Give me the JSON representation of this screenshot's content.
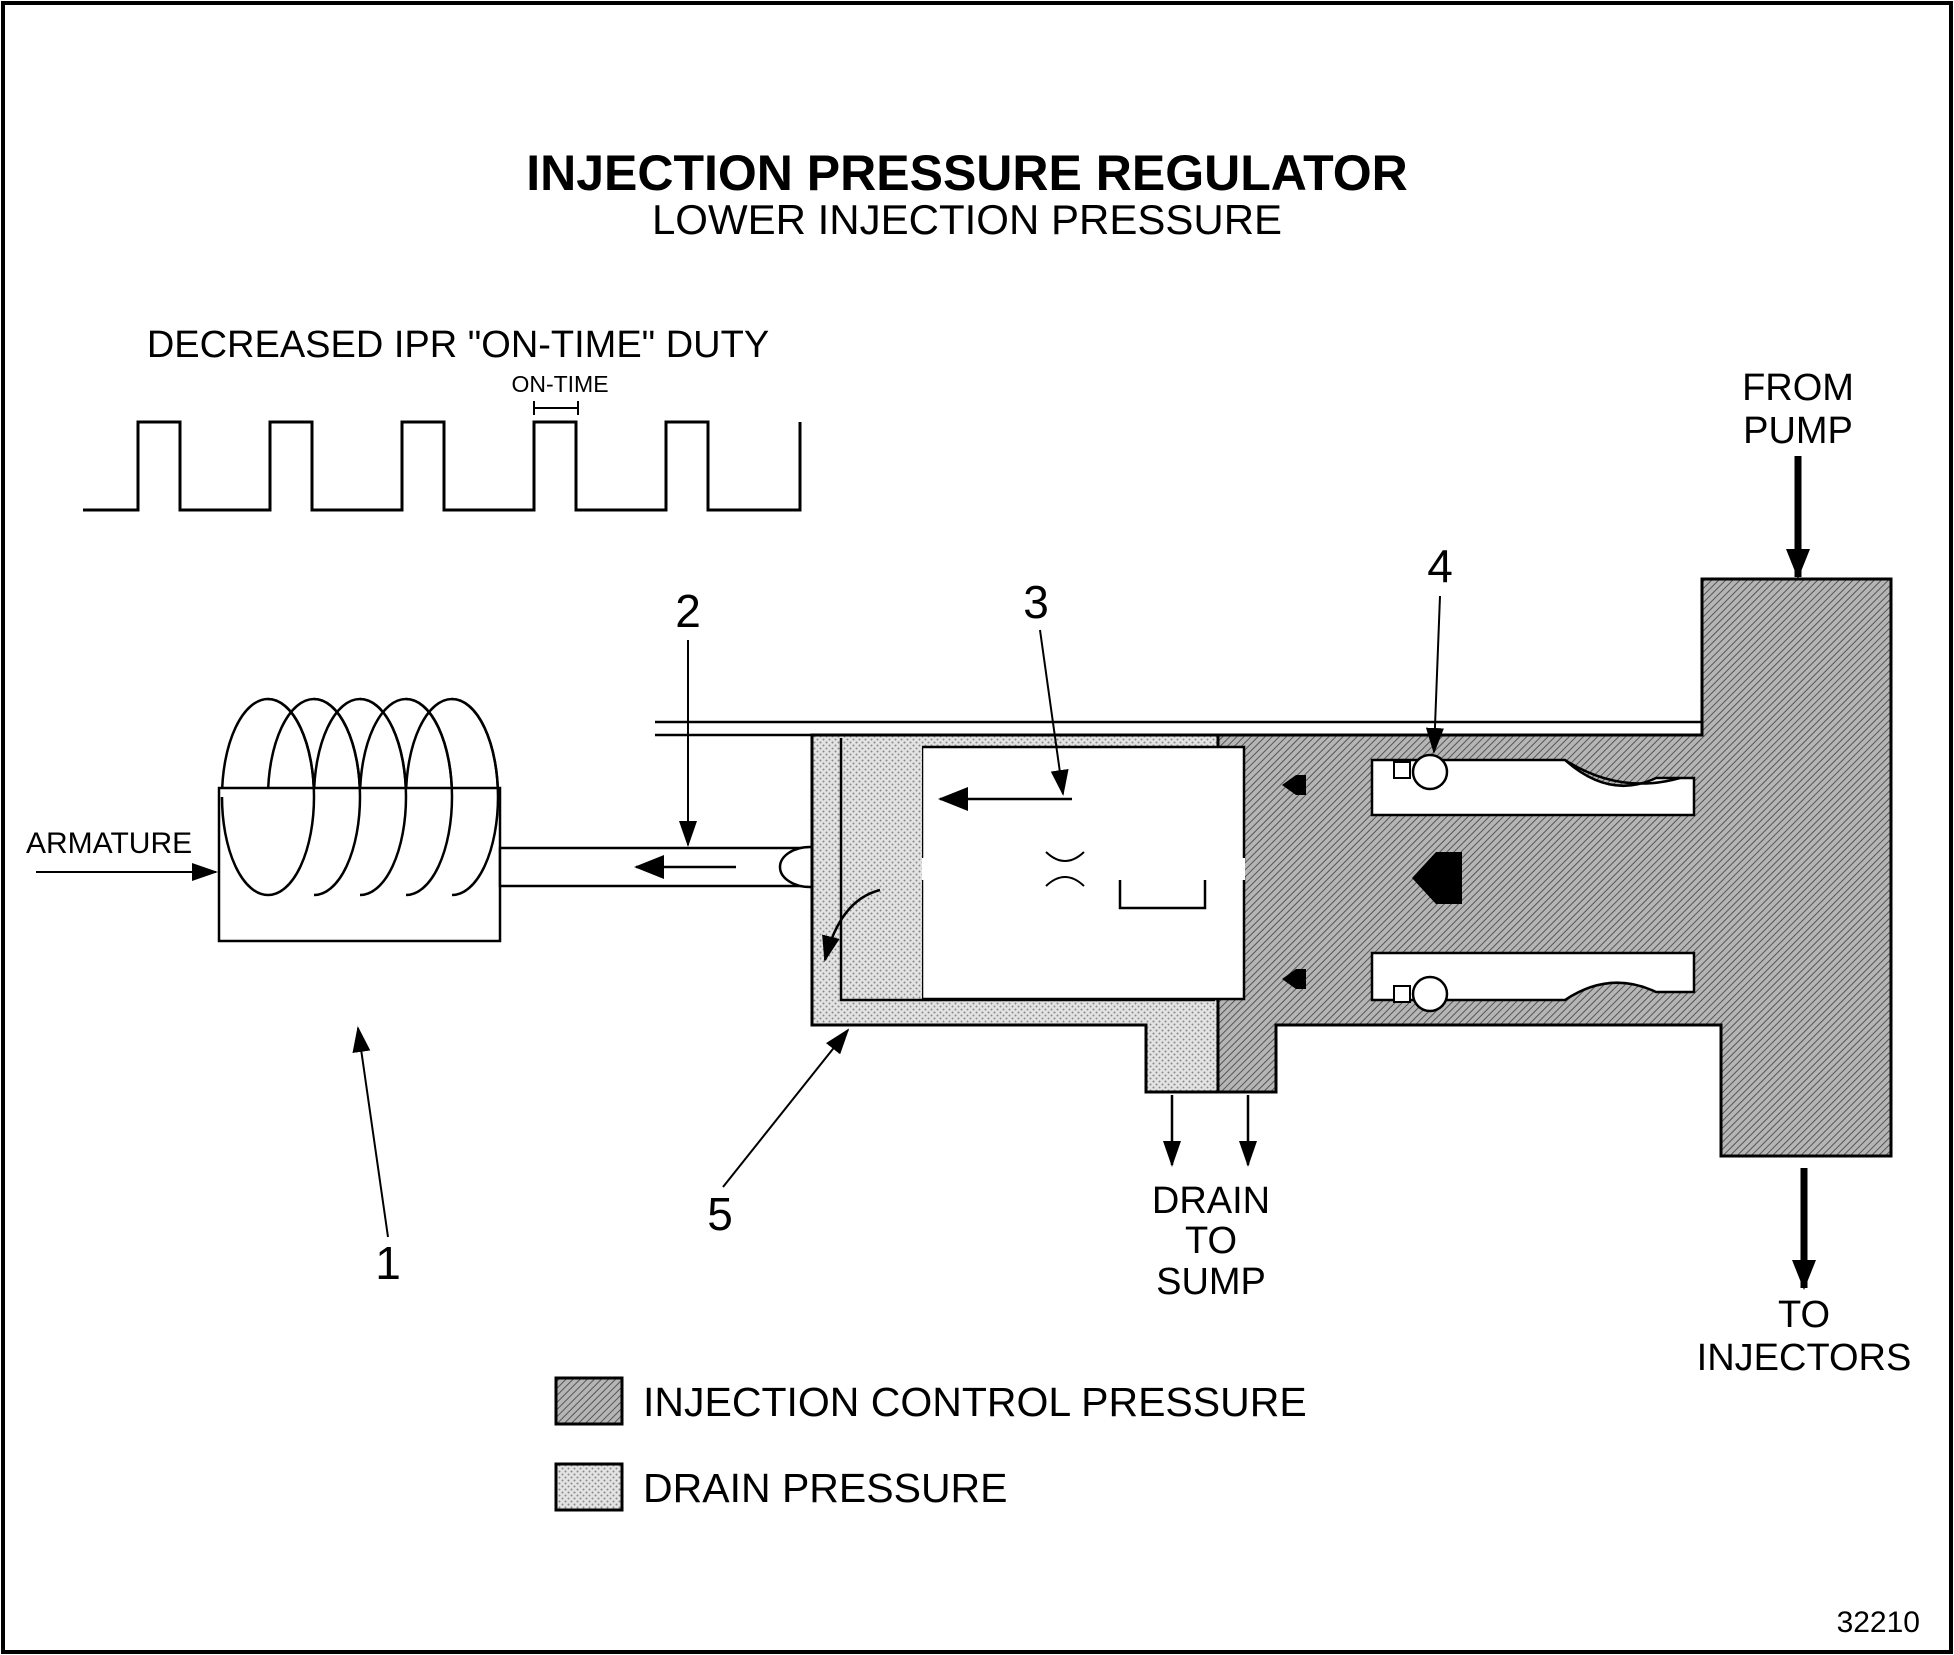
{
  "title": "INJECTION PRESSURE REGULATOR",
  "subtitle": "LOWER INJECTION PRESSURE",
  "waveform": {
    "label": "DECREASED IPR \"ON-TIME\" DUTY",
    "on_time_label": "ON-TIME"
  },
  "labels": {
    "armature": "ARMATURE",
    "from_pump_line1": "FROM",
    "from_pump_line2": "PUMP",
    "drain_line1": "DRAIN",
    "drain_line2": "TO",
    "drain_line3": "SUMP",
    "to_injectors_line1": "TO",
    "to_injectors_line2": "INJECTORS"
  },
  "callouts": [
    "1",
    "2",
    "3",
    "4",
    "5"
  ],
  "legend": [
    {
      "label": "INJECTION CONTROL PRESSURE",
      "pattern": "dense-hatch"
    },
    {
      "label": "DRAIN PRESSURE",
      "pattern": "light-dots"
    }
  ],
  "figure_number": "32210",
  "colors": {
    "line": "#000000",
    "control_fill": "#9a9a9a",
    "drain_fill": "#d4d4d4",
    "background": "#ffffff"
  }
}
